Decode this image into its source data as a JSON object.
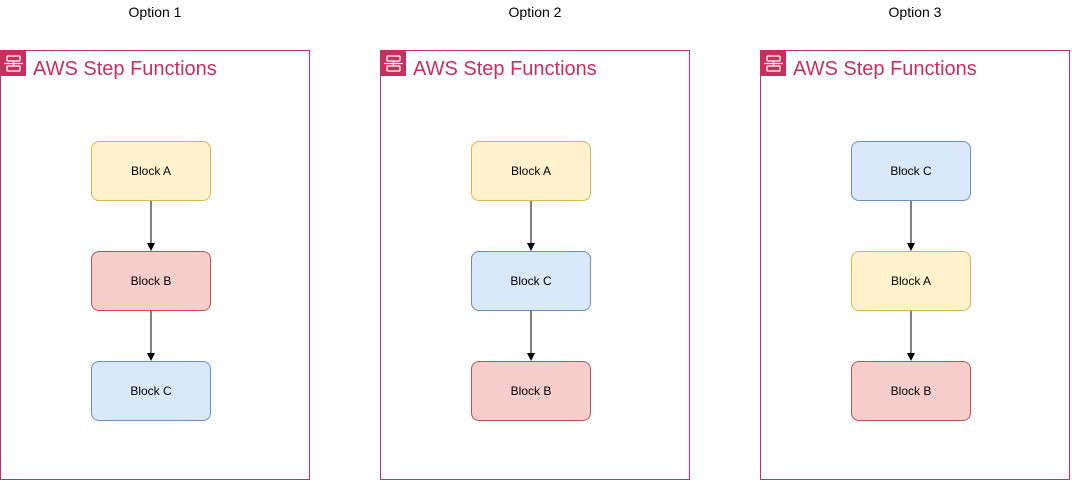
{
  "frame_title": "AWS Step Functions",
  "colors": {
    "frame": "#c7305d",
    "yellow": {
      "fill": "#fff2cc",
      "stroke": "#d6b656"
    },
    "red": {
      "fill": "#f8cecc",
      "stroke": "#b85450"
    },
    "blue": {
      "fill": "#dae8fc",
      "stroke": "#6c8ebf"
    }
  },
  "options": [
    {
      "title": "Option 1",
      "blocks": [
        {
          "label": "Block A",
          "color": "yellow"
        },
        {
          "label": "Block B",
          "color": "red"
        },
        {
          "label": "Block C",
          "color": "blue"
        }
      ]
    },
    {
      "title": "Option 2",
      "blocks": [
        {
          "label": "Block A",
          "color": "yellow"
        },
        {
          "label": "Block C",
          "color": "blue"
        },
        {
          "label": "Block B",
          "color": "red"
        }
      ]
    },
    {
      "title": "Option 3",
      "blocks": [
        {
          "label": "Block C",
          "color": "blue"
        },
        {
          "label": "Block A",
          "color": "yellow"
        },
        {
          "label": "Block B",
          "color": "red"
        }
      ]
    }
  ]
}
